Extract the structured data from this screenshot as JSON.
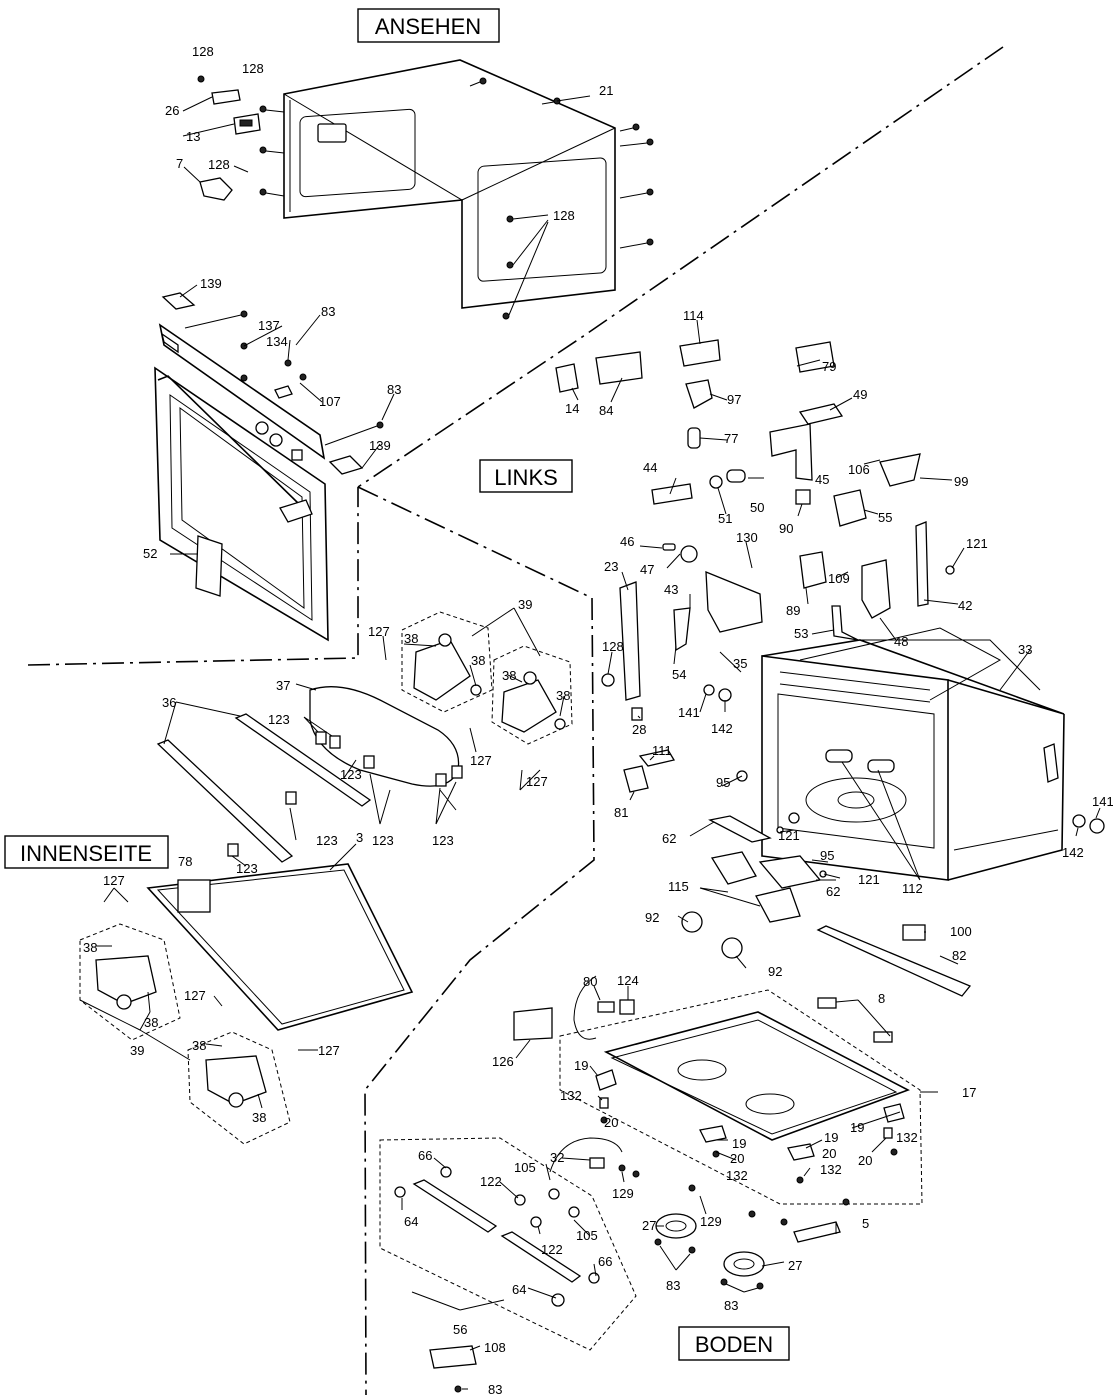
{
  "sections": {
    "ansehen": "ANSEHEN",
    "links": "LINKS",
    "innenseite": "INNENSEITE",
    "boden": "BODEN"
  },
  "labels": {
    "p128a": "128",
    "p128b": "128",
    "p26": "26",
    "p13": "13",
    "p7": "7",
    "p128c": "128",
    "p21": "21",
    "p128d": "128",
    "p139a": "139",
    "p137": "137",
    "p83a": "83",
    "p134": "134",
    "p107": "107",
    "p83b": "83",
    "p139b": "139",
    "p52": "52",
    "p114": "114",
    "p14": "14",
    "p84": "84",
    "p79": "79",
    "p97": "97",
    "p77": "77",
    "p49": "49",
    "p106": "106",
    "p99": "99",
    "p44": "44",
    "p51": "51",
    "p50": "50",
    "p45": "45",
    "p90": "90",
    "p55": "55",
    "p46": "46",
    "p130": "130",
    "p121a": "121",
    "p23": "23",
    "p47": "47",
    "p43": "43",
    "p109": "109",
    "p89": "89",
    "p42": "42",
    "p128e": "128",
    "p53": "53",
    "p48": "48",
    "p54": "54",
    "p35": "35",
    "p33": "33",
    "p141a": "141",
    "p142a": "142",
    "p28": "28",
    "p111": "111",
    "p81": "81",
    "p95a": "95",
    "p62a": "62",
    "p121b": "121",
    "p95b": "95",
    "p141b": "141",
    "p142b": "142",
    "p112": "112",
    "p62b": "62",
    "p121c": "121",
    "p115": "115",
    "p39a": "39",
    "p127a": "127",
    "p38a": "38",
    "p38b": "38",
    "p38c": "38",
    "p38d": "38",
    "p37": "37",
    "p36": "36",
    "p123a": "123",
    "p123b": "123",
    "p127b": "127",
    "p127c": "127",
    "p123c": "123",
    "p123d": "123",
    "p123e": "123",
    "p123f": "123",
    "p78": "78",
    "p127d": "127",
    "p3": "3",
    "p38e": "38",
    "p38f": "38",
    "p127e": "127",
    "p127f": "127",
    "p38g": "38",
    "p38h": "38",
    "p39b": "39",
    "p92a": "92",
    "p92b": "92",
    "p100": "100",
    "p82": "82",
    "p80": "80",
    "p124": "124",
    "p8": "8",
    "p126": "126",
    "p17": "17",
    "p19a": "19",
    "p132a": "132",
    "p20a": "20",
    "p19b": "19",
    "p20b": "20",
    "p132b": "132",
    "p19c": "19",
    "p20c": "20",
    "p132c": "132",
    "p19d": "19",
    "p20d": "20",
    "p132d": "132",
    "p129a": "129",
    "p129b": "129",
    "p5": "5",
    "p32": "32",
    "p66a": "66",
    "p122a": "122",
    "p105a": "105",
    "p64a": "64",
    "p122b": "122",
    "p105b": "105",
    "p66b": "66",
    "p64b": "64",
    "p27a": "27",
    "p27b": "27",
    "p83c": "83",
    "p83d": "83",
    "p56": "56",
    "p108": "108",
    "p83e": "83"
  }
}
